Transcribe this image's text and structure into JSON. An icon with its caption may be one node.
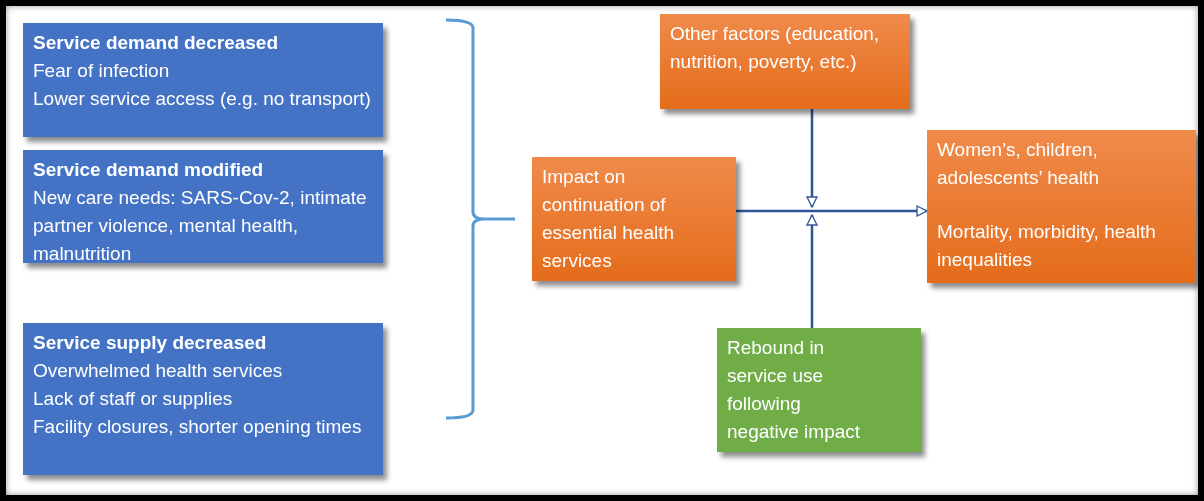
{
  "diagram": {
    "nodes": [
      {
        "text": [
          "Service demand decreased",
          "Fear of infection",
          "Lower service access (e.g. no transport)"
        ]
      },
      {
        "text": [
          "Service demand modified",
          "New care needs: SARS-Cov-2, intimate partner violence, mental health, malnutrition"
        ]
      },
      {
        "text": [
          "Service supply decreased",
          "Overwhelmed health services",
          "Lack of staff or supplies",
          "Facility closures, shorter opening times"
        ]
      },
      {
        "text": [
          "Other factors (education, nutrition, poverty, etc.)"
        ]
      },
      {
        "text": [
          "Impact on continuation of essential health services"
        ]
      },
      {
        "text": [
          "Women’s, children, adolescents’ health",
          "Mortality, morbidity, health inequalities"
        ]
      },
      {
        "text": [
          "Rebound in service use following negative impact"
        ]
      }
    ],
    "edges": [
      {
        "from": 4,
        "to": 5,
        "arrow": "to"
      },
      {
        "from": 3,
        "to": null,
        "arrow": "to"
      },
      {
        "from": 6,
        "to": null,
        "arrow": "to"
      }
    ]
  }
}
